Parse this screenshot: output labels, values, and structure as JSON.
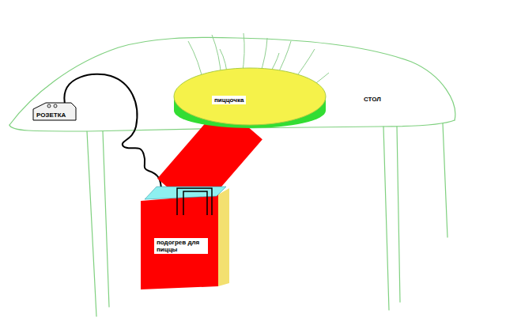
{
  "diagram": {
    "nodes": [
      {
        "text": [
          "РОЗЕТКА"
        ]
      },
      {
        "text": [
          "пиццочка"
        ]
      },
      {
        "text": [
          "подогрев для пиццы"
        ]
      }
    ],
    "edges": [
      {
        "from": 0,
        "to": 2,
        "arrow": "none"
      },
      {
        "from": 2,
        "to": 1,
        "arrow": "none"
      }
    ],
    "labels": [
      "СТОЛ"
    ]
  }
}
